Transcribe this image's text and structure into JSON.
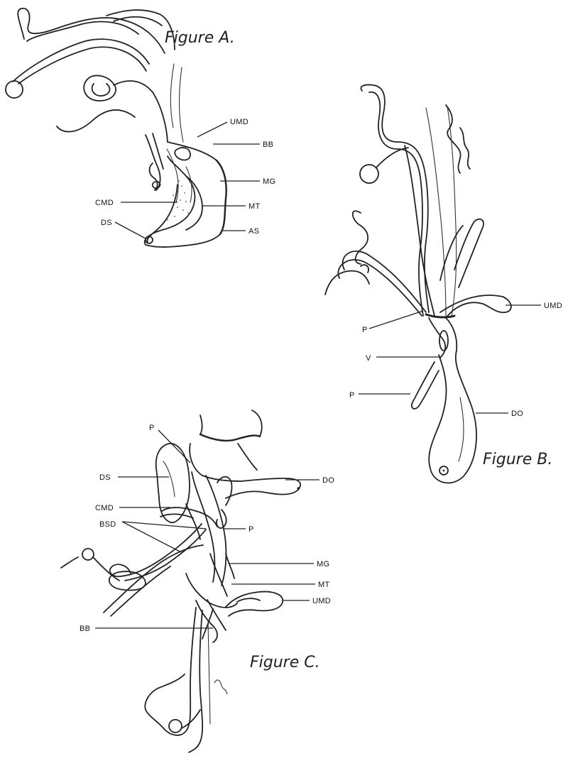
{
  "figures": {
    "a": {
      "caption": "Figure A.",
      "labels": {
        "umd": "UMD",
        "bb": "BB",
        "mg": "MG",
        "mt": "MT",
        "cmd": "CMD",
        "ds": "DS",
        "as": "AS"
      }
    },
    "b": {
      "caption": "Figure B.",
      "labels": {
        "umd": "UMD",
        "p_upper": "P",
        "v": "V",
        "p_lower": "P",
        "do": "DO"
      }
    },
    "c": {
      "caption": "Figure C.",
      "labels": {
        "p_top": "P",
        "ds": "DS",
        "do": "DO",
        "cmd": "CMD",
        "p_right": "P",
        "bsd": "BSD",
        "mg": "MG",
        "mt": "MT",
        "umd": "UMD",
        "bb": "BB"
      }
    }
  }
}
